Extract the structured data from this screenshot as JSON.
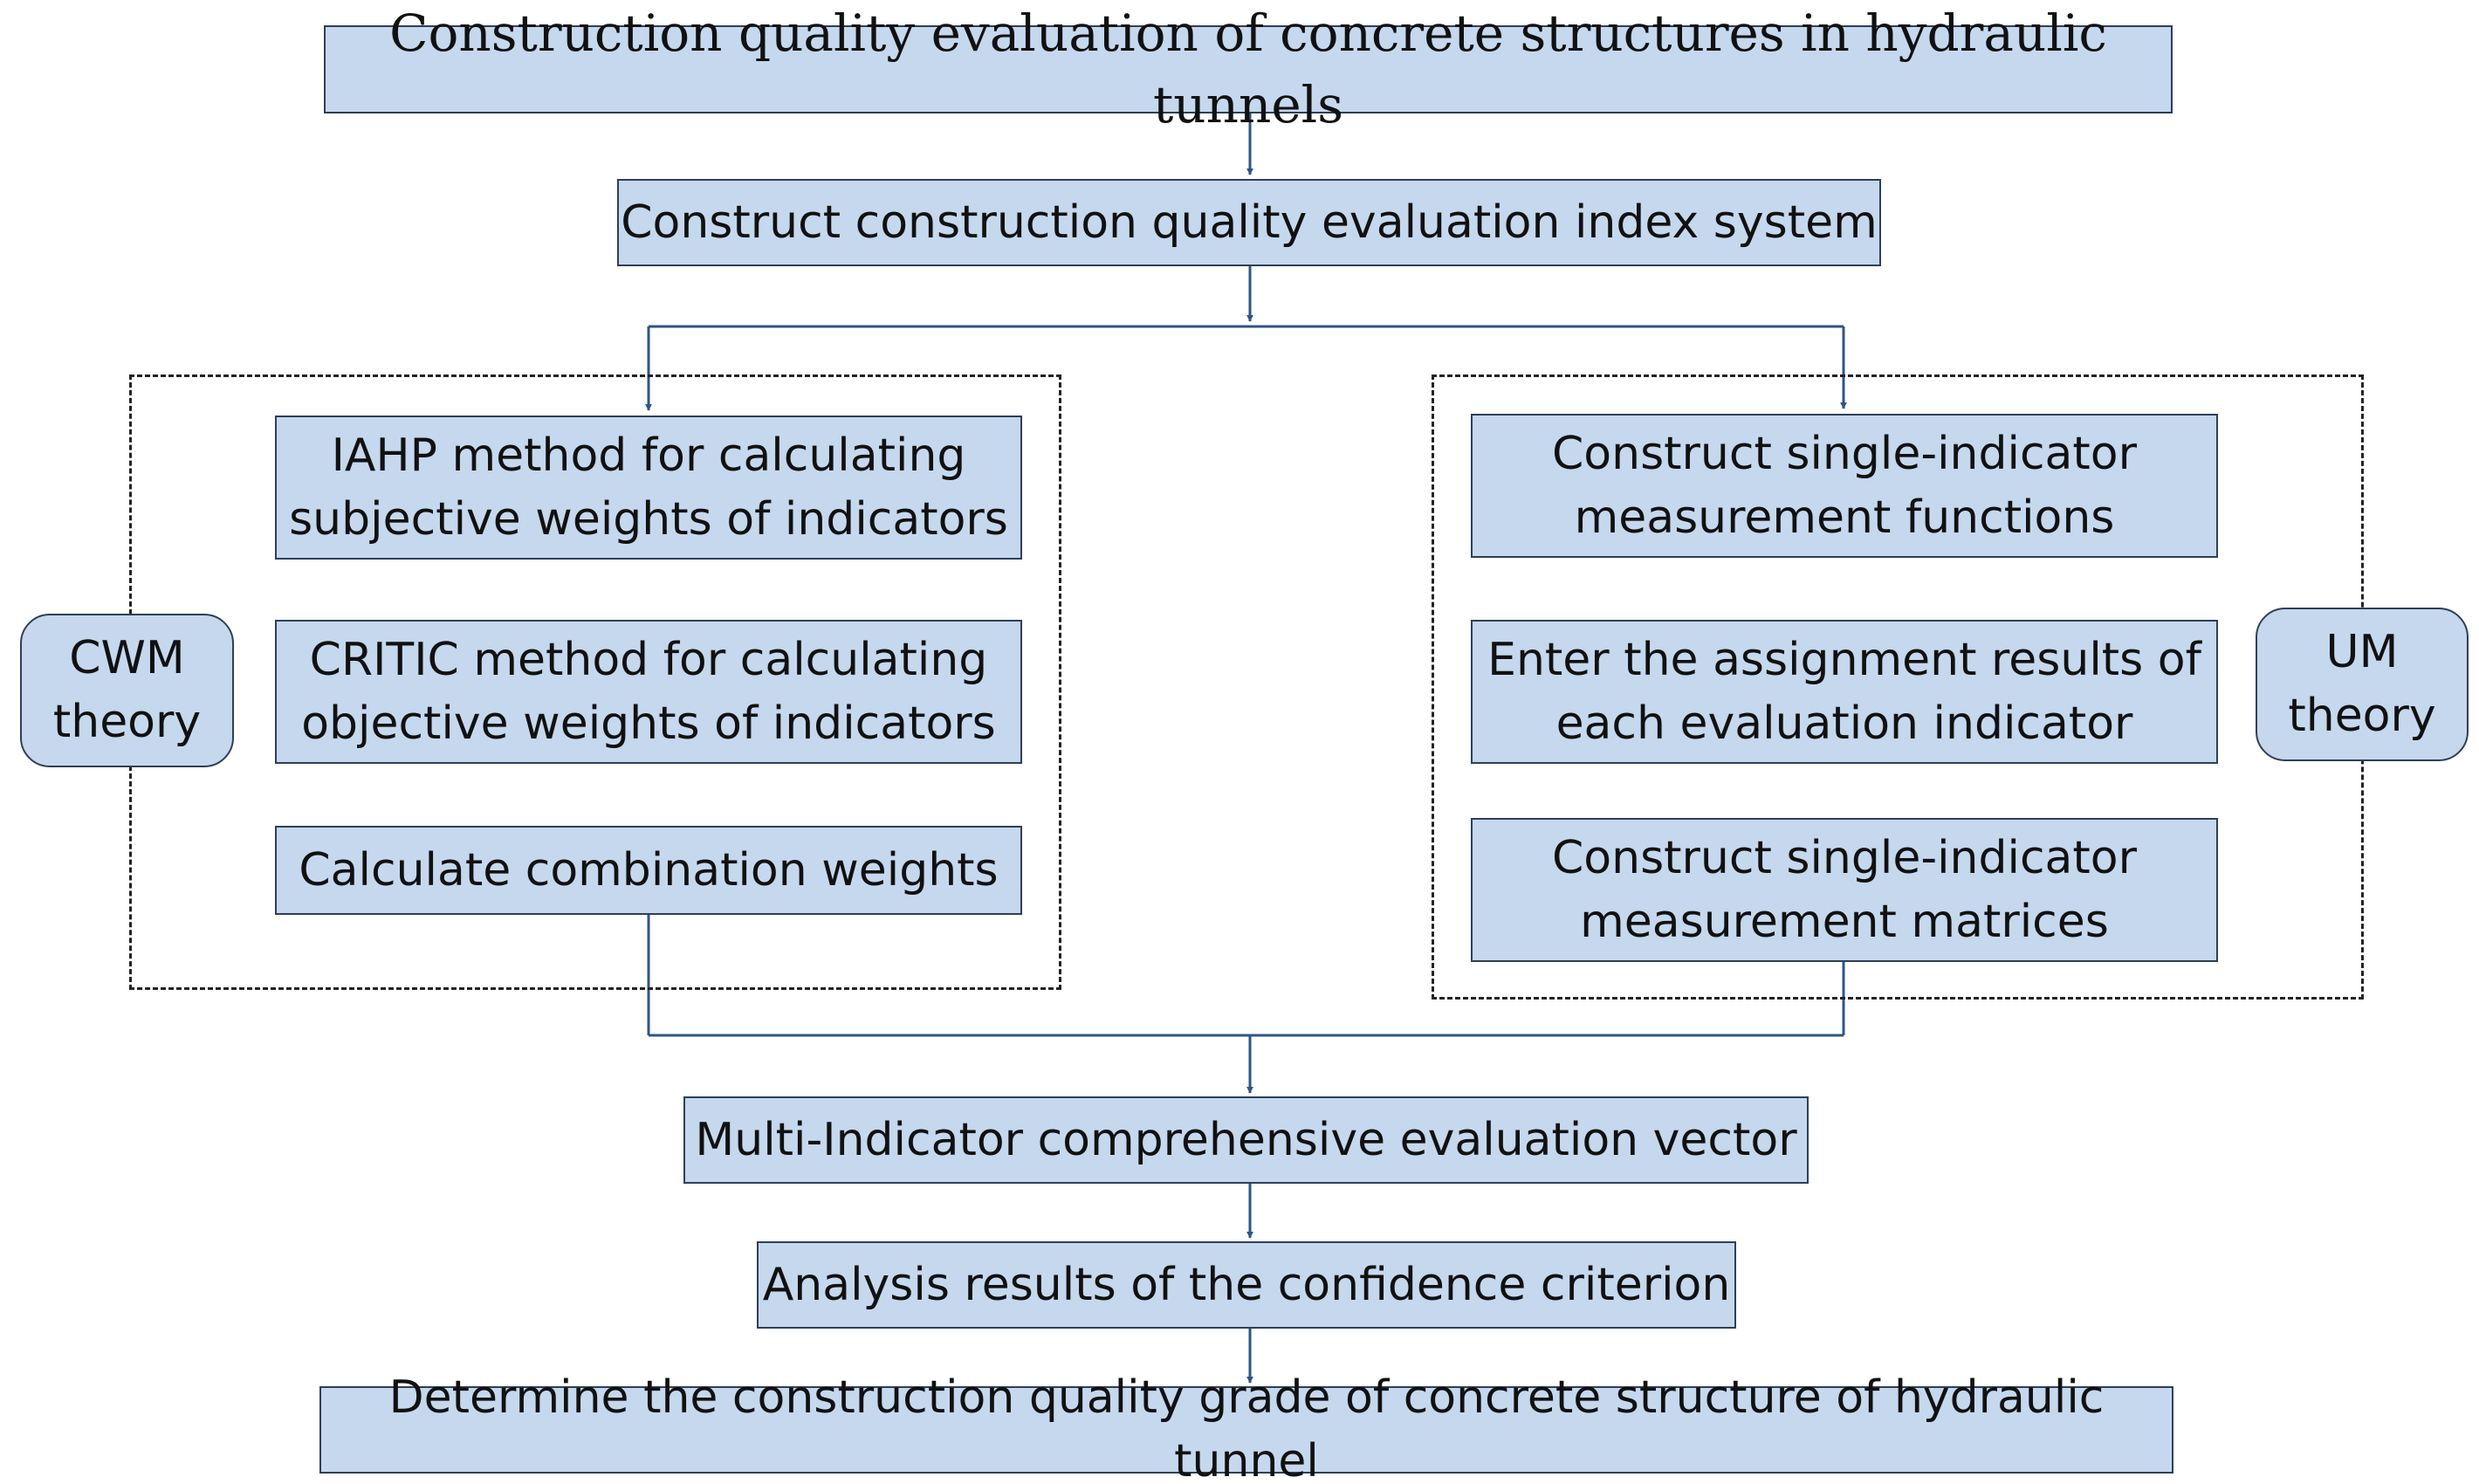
{
  "diagram": {
    "title": "Construction quality evaluation  of concrete structures in hydraulic tunnels",
    "index_system": "Construct construction quality evaluation index system",
    "left_group": {
      "side_label": [
        "CWM",
        "theory"
      ],
      "steps": [
        [
          "IAHP method for calculating",
          "subjective weights of indicators"
        ],
        [
          "CRITIC method for calculating",
          "objective weights of indicators"
        ],
        [
          "Calculate combination weights"
        ]
      ]
    },
    "right_group": {
      "side_label": [
        "UM",
        "theory"
      ],
      "steps": [
        [
          "Construct single-indicator",
          "measurement functions"
        ],
        [
          "Enter the assignment results of",
          "each evaluation indicator"
        ],
        [
          "Construct single-indicator",
          "measurement matrices"
        ]
      ]
    },
    "evaluation_vector": "Multi-Indicator comprehensive evaluation vector",
    "confidence_analysis": "Analysis results of the confidence criterion",
    "final_grade": "Determine the construction quality grade of concrete structure of hydraulic tunnel"
  },
  "colors": {
    "box_fill": "#c5d8ee",
    "box_border": "#2f3f55",
    "connector": "#2e5585",
    "dashed_frame": "#222222"
  }
}
